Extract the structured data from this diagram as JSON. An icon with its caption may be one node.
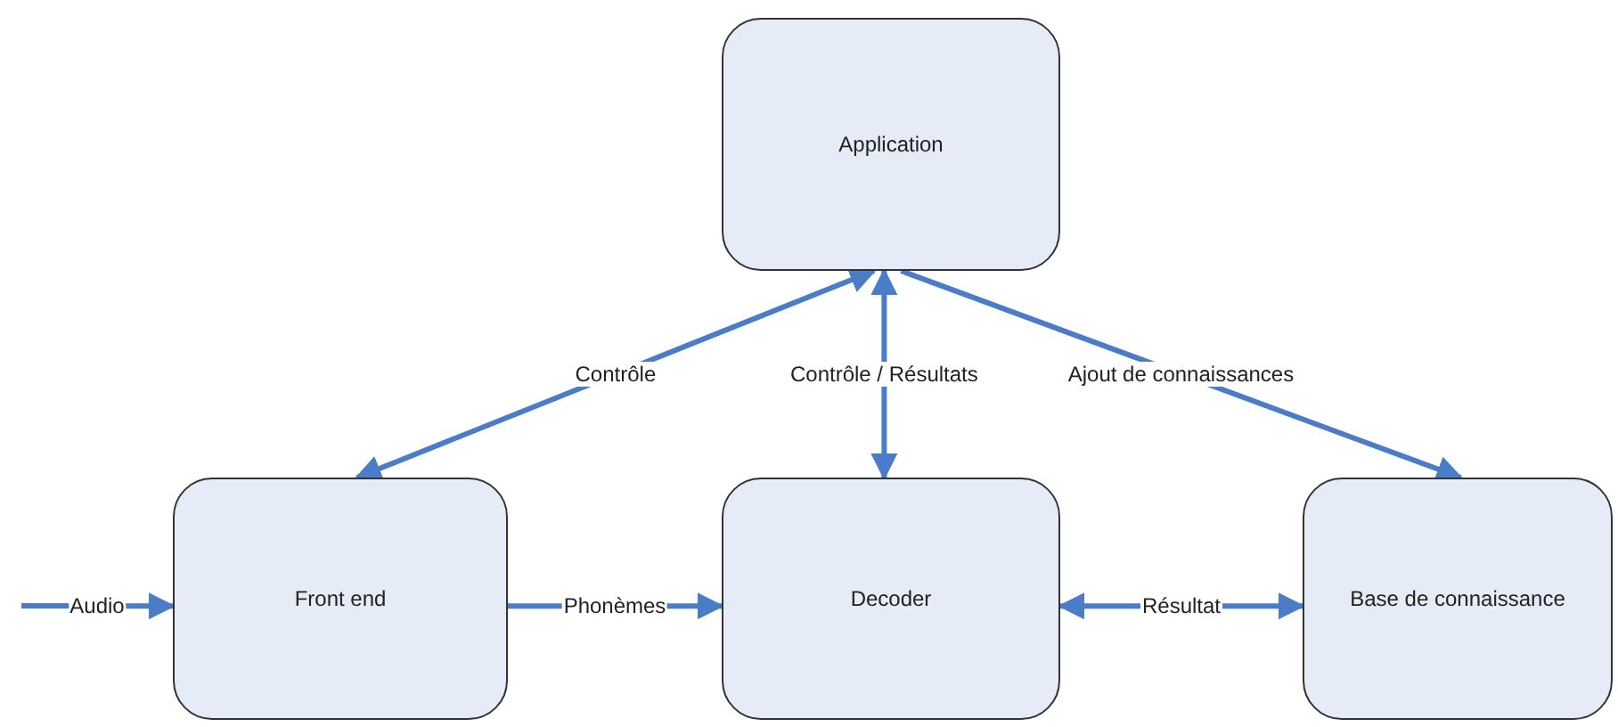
{
  "diagram": {
    "nodes": [
      {
        "text": [
          "Application"
        ]
      },
      {
        "text": [
          "Front end"
        ]
      },
      {
        "text": [
          "Decoder"
        ]
      },
      {
        "text": [
          "Base de connaissance"
        ]
      }
    ],
    "edges": [
      {
        "from": 0,
        "to": 1,
        "arrow": "both",
        "label": "Contrôle"
      },
      {
        "from": 0,
        "to": 2,
        "arrow": "both",
        "label": "Contrôle / Résultats"
      },
      {
        "from": 0,
        "to": 3,
        "arrow": "to",
        "label": "Ajout de connaissances"
      },
      {
        "from": null,
        "to": 1,
        "arrow": "to",
        "label": "Audio"
      },
      {
        "from": 1,
        "to": 2,
        "arrow": "to",
        "label": "Phonèmes"
      },
      {
        "from": 2,
        "to": 3,
        "arrow": "both",
        "label": "Résultat"
      }
    ]
  }
}
